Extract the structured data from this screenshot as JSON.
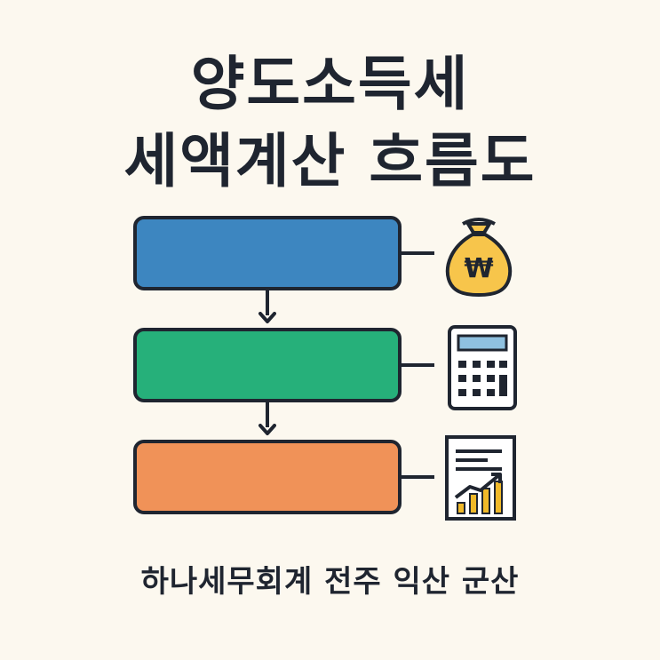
{
  "title": {
    "line1": "양도소득세",
    "line2": "세액계산 흐름도"
  },
  "boxes": [
    {
      "color": "#3d86c0",
      "icon": "money-bag-won-icon"
    },
    {
      "color": "#26b07a",
      "icon": "calculator-icon"
    },
    {
      "color": "#f09258",
      "icon": "chart-report-icon"
    }
  ],
  "icons": {
    "money_bag_symbol": "₩"
  },
  "footer": "하나세무회계 전주 익산 군산"
}
